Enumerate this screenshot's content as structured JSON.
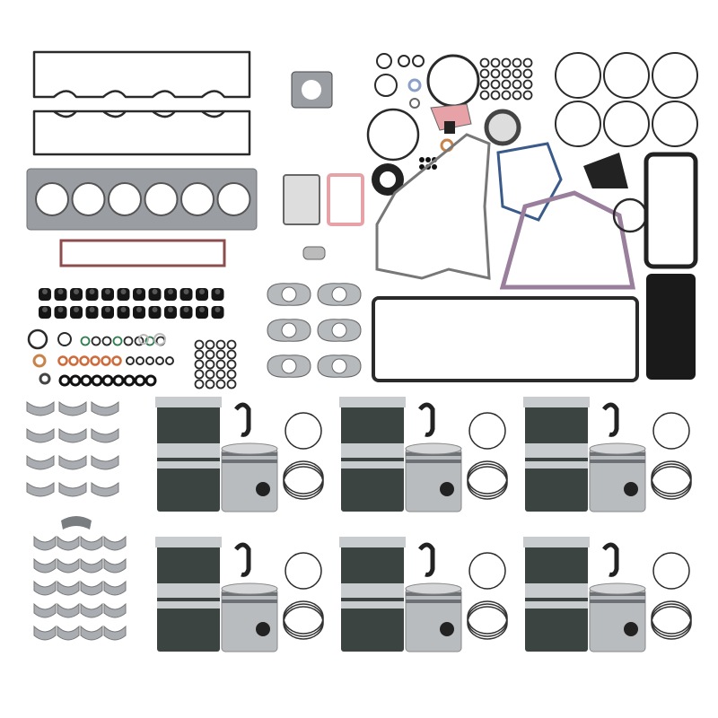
{
  "image": {
    "subject": "engine-overhaul-kit",
    "background_color": "#ffffff",
    "colors": {
      "gasket_outline": "#2a2a2a",
      "head_gasket": "#9a9ea3",
      "liner_body": "#3b4440",
      "liner_band": "#c9ccce",
      "piston": "#b9bcbf",
      "bearing": "#a9acb0",
      "purple_gasket": "#9a7f9c",
      "pink_gasket": "#e7a2a8",
      "copper_washer": "#c8834b"
    },
    "counts": {
      "cylinder_kits": 6,
      "valve_stem_seals": 24,
      "exhaust_gaskets": 6
    }
  }
}
